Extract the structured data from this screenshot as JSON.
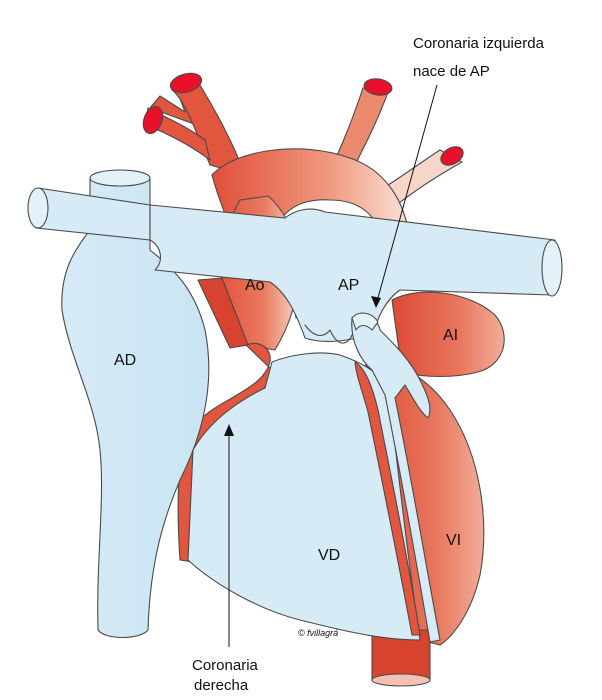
{
  "diagram": {
    "labels": {
      "ad": "AD",
      "ao": "Ao",
      "ap": "AP",
      "ai": "AI",
      "vd": "VD",
      "vi": "VI"
    },
    "annotations": {
      "left_coronary_line1": "Coronaria izquierda",
      "left_coronary_line2": "nace de AP",
      "right_coronary_line1": "Coronaria",
      "right_coronary_line2": "derecha"
    },
    "credit": "© fvillagrá",
    "colors": {
      "arterial": "#e2553f",
      "arterial_dark": "#c0392b",
      "arterial_light": "#f3b9a5",
      "venous": "#d3eaf5",
      "outline": "#4a4a4a",
      "lumen": "#e8102a"
    }
  }
}
